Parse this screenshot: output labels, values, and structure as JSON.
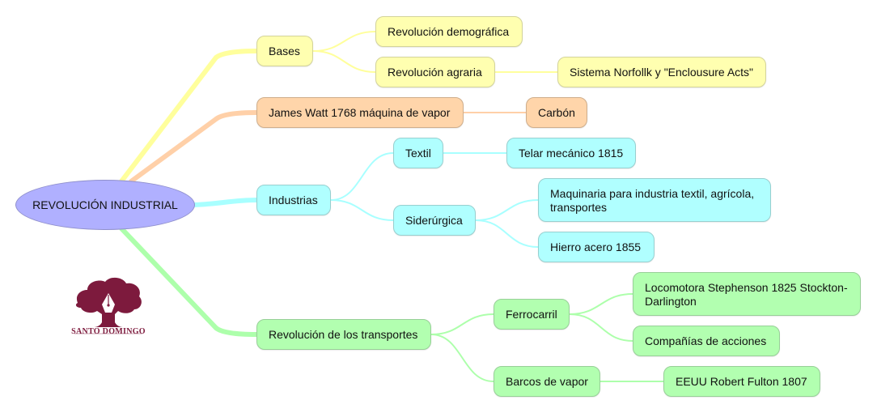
{
  "diagram": {
    "title": "Mapa mental",
    "root": {
      "label": "REVOLUCIÓN INDUSTRIAL",
      "color": "#b0b0ff"
    },
    "colors": {
      "yellow": "#ffffb0",
      "orange": "#ffd5aa",
      "cyan": "#b0ffff",
      "green": "#b2ffb0",
      "yellow_link": "#ffff9c",
      "orange_link": "#ffd0a8",
      "cyan_link": "#a8ffff",
      "green_link": "#adffab"
    },
    "nodes": {
      "bases": "Bases",
      "rev_demografica": "Revolución demográfica",
      "rev_agraria": "Revolución agraria",
      "norfolk": "Sistema Norfollk y \"Enclousure Acts\"",
      "james_watt": "James Watt 1768 máquina de vapor",
      "carbon": "Carbón",
      "industrias": "Industrias",
      "textil": "Textil",
      "telar": "Telar mecánico 1815",
      "siderurgica": "Siderúrgica",
      "maquinaria": "Maquinaria para industria textil, agrícola, transportes",
      "hierro": "Hierro acero 1855",
      "rev_transportes": "Revolución de los transportes",
      "ferrocarril": "Ferrocarril",
      "locomotora": "Locomotora Stephenson 1825 Stockton-Darlington",
      "companias": "Compañías de acciones",
      "barcos": "Barcos de vapor",
      "fulton": "EEUU Robert Fulton 1807"
    },
    "edges": [
      [
        "root",
        "bases"
      ],
      [
        "bases",
        "rev_demografica"
      ],
      [
        "bases",
        "rev_agraria"
      ],
      [
        "rev_agraria",
        "norfolk"
      ],
      [
        "root",
        "james_watt"
      ],
      [
        "james_watt",
        "carbon"
      ],
      [
        "root",
        "industrias"
      ],
      [
        "industrias",
        "textil"
      ],
      [
        "textil",
        "telar"
      ],
      [
        "industrias",
        "siderurgica"
      ],
      [
        "siderurgica",
        "maquinaria"
      ],
      [
        "siderurgica",
        "hierro"
      ],
      [
        "root",
        "rev_transportes"
      ],
      [
        "rev_transportes",
        "ferrocarril"
      ],
      [
        "ferrocarril",
        "locomotora"
      ],
      [
        "ferrocarril",
        "companias"
      ],
      [
        "rev_transportes",
        "barcos"
      ],
      [
        "barcos",
        "fulton"
      ]
    ],
    "logo": {
      "text": "SANTO DOMINGO",
      "color": "#7d1a3d"
    }
  }
}
